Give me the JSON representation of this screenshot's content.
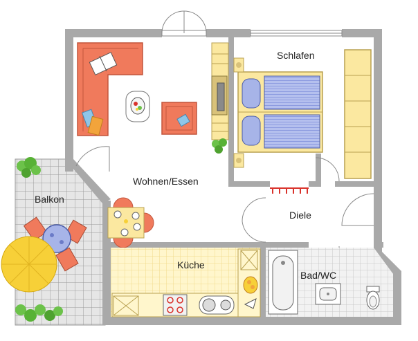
{
  "rooms": {
    "wohnen": "Wohnen/Essen",
    "schlafen": "Schlafen",
    "balkon": "Balkon",
    "diele": "Diele",
    "kueche": "Küche",
    "bad": "Bad/WC"
  },
  "colors": {
    "wall": "#a9a9a9",
    "floor": "#ffffff",
    "sofa": "#f07a5c",
    "sofa_edge": "#c2553c",
    "bed_cover": "#a7b4e8",
    "bed_frame": "#fbe8a0",
    "wardrobe": "#fbe8a0",
    "kitchen_tile": "#fff1b8",
    "bath_tile": "#dedede",
    "balcony_tile": "#cfcfcf",
    "umbrella": "#f7d038",
    "plant": "#6cc24a",
    "radiator": "#d9322b"
  }
}
